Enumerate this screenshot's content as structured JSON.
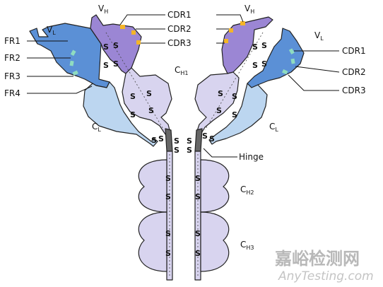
{
  "labels": {
    "vh_left": "V",
    "vh_left_sub": "H",
    "vh_right": "V",
    "vh_right_sub": "H",
    "vl_left": "V",
    "vl_left_sub": "L",
    "vl_right": "V",
    "vl_right_sub": "L",
    "ch1": "C",
    "ch1_sub": "H1",
    "ch2": "C",
    "ch2_sub": "H2",
    "ch3": "C",
    "ch3_sub": "H3",
    "cl_left": "C",
    "cl_left_sub": "L",
    "cl_right": "C",
    "cl_right_sub": "L",
    "hinge": "Hinge",
    "fr1": "FR1",
    "fr2": "FR2",
    "fr3": "FR3",
    "fr4": "FR4",
    "cdr1_top": "CDR1",
    "cdr2_top": "CDR2",
    "cdr3_top": "CDR3",
    "cdr1_right": "CDR1",
    "cdr2_right": "CDR2",
    "cdr3_right": "CDR3"
  },
  "disulfide_symbol": "S",
  "watermark": {
    "cn": "嘉峪检测网",
    "en": "AnyTesting.com"
  },
  "colors": {
    "light_variable": "#5b90d6",
    "light_constant": "#bcd6f0",
    "heavy_variable": "#9b86d4",
    "heavy_constant": "#d8d4ef",
    "hinge": "#666666",
    "cdr": "#f4b528",
    "fr": "#8fdcc0"
  }
}
